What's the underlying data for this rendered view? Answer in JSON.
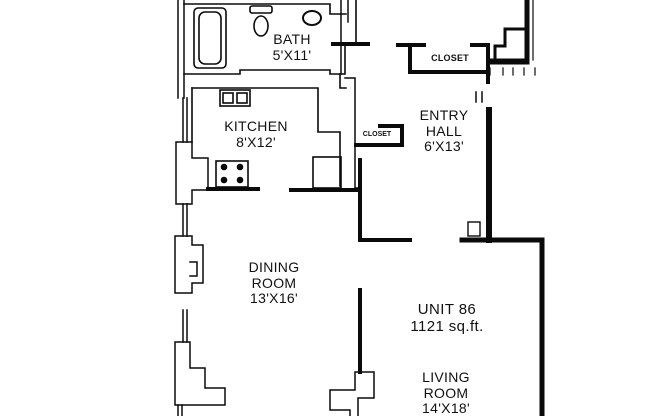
{
  "plan": {
    "unit": {
      "name": "UNIT 86",
      "area": "1121 sq.ft."
    },
    "rooms": {
      "bath": {
        "name": "BATH",
        "size": "5'X11'"
      },
      "kitchen": {
        "name": "KITCHEN",
        "size": "8'X12'"
      },
      "entry_hall": {
        "name": "ENTRY",
        "name2": "HALL",
        "size": "6'X13'"
      },
      "dining_room": {
        "name": "DINING",
        "name2": "ROOM",
        "size": "13'X16'"
      },
      "living_room": {
        "name": "LIVING",
        "name2": "ROOM",
        "size": "14'X18'"
      }
    },
    "closets": {
      "upper": "CLOSET",
      "entry": "CLOSET"
    },
    "colors": {
      "wall": "#0a0a0a",
      "background": "#ffffff"
    }
  }
}
